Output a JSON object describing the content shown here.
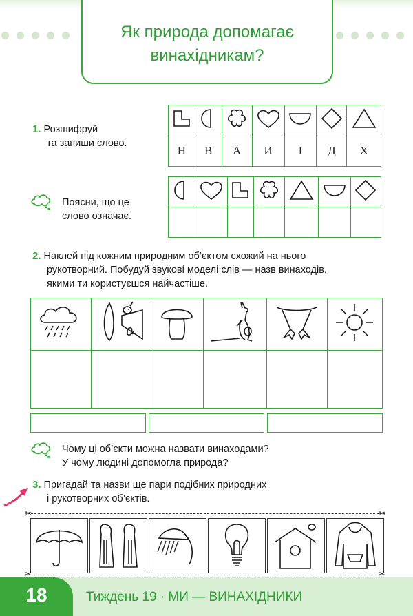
{
  "header": {
    "title_line1": "Як природа допомагає",
    "title_line2": "винахідникам?"
  },
  "task1": {
    "number": "1.",
    "text_line1": "Розшифруй",
    "text_line2": "та запиши слово.",
    "explain_line1": "Поясни, що це",
    "explain_line2": "слово означає.",
    "key_shapes": [
      "t-tetromino-icon",
      "half-circle-icon",
      "flower-icon",
      "heart-icon",
      "bowl-icon",
      "diamond-icon",
      "triangle-icon"
    ],
    "key_letters": [
      "Н",
      "В",
      "А",
      "И",
      "І",
      "Д",
      "Х"
    ],
    "code_shapes": [
      "half-circle-icon",
      "heart-icon",
      "t-tetromino-icon",
      "flower-icon",
      "triangle-icon",
      "bowl-icon",
      "diamond-icon"
    ]
  },
  "task2": {
    "number": "2.",
    "text_line1": "Наклей під кожним природним об’єктом схожий на нього",
    "text_line2": "рукотворний. Побудуй звукові моделі слів — назв винаходів,",
    "text_line3": "якими ти користуєшся найчастіше.",
    "objects": [
      "rain-cloud-icon",
      "seed-and-bird-icon",
      "mushroom-icon",
      "kangaroo-icon",
      "duck-feet-icon",
      "sun-icon"
    ],
    "question_line1": "Чому ці об’єкти можна назвати винаходами?",
    "question_line2": "У чому людині допомогла природа?"
  },
  "task3": {
    "number": "3.",
    "text_line1": "Пригадай та назви ще пари подібних природних",
    "text_line2": "і рукотворних об’єктів.",
    "cutouts": [
      "umbrella-icon",
      "flippers-icon",
      "shower-icon",
      "light-bulb-icon",
      "birdhouse-icon",
      "hoodie-icon"
    ]
  },
  "footer": {
    "page_number": "18",
    "week_label": "Тиждень 19 · МИ — ВИНАХІДНИКИ"
  },
  "colors": {
    "accent": "#3aa83a",
    "footer_bg": "#d9efd3",
    "arrow": "#e8336b"
  }
}
